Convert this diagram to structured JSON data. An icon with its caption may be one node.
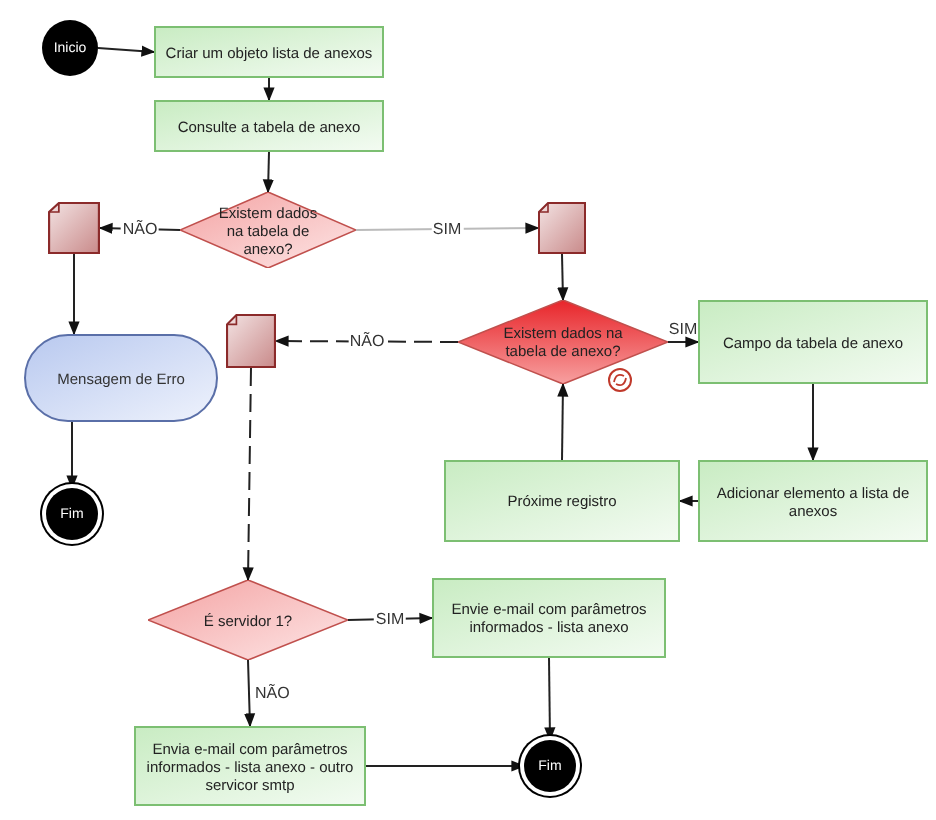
{
  "diagram": {
    "nodes": [
      {
        "text": [
          "Inicio"
        ]
      },
      {
        "text": [
          "Criar um objeto lista de anexos"
        ]
      },
      {
        "text": [
          "Consulte a tabela de anexo"
        ]
      },
      {
        "text": [
          "Existem dados na tabela de anexo?"
        ]
      },
      {
        "text": [],
        "shape": "box"
      },
      {
        "text": [],
        "shape": "box"
      },
      {
        "text": [
          "Mensagem de Erro"
        ]
      },
      {
        "text": [
          "Fim"
        ]
      },
      {
        "text": [],
        "shape": "box"
      },
      {
        "text": [
          "Existem dados na tabela de anexo?"
        ]
      },
      {
        "text": [
          "Campo da tabela de anexo"
        ]
      },
      {
        "text": [
          "Adicionar elemento a lista de anexos"
        ]
      },
      {
        "text": [
          "Próxime registro"
        ]
      },
      {
        "text": [
          "É servidor 1?"
        ]
      },
      {
        "text": [
          "Envie e-mail com parâmetros informados - lista anexo"
        ]
      },
      {
        "text": [
          "Envia e-mail com parâmetros informados - lista anexo - outro servicor smtp"
        ]
      },
      {
        "text": [
          "Fim"
        ]
      }
    ],
    "edges": [
      {
        "from": 0,
        "to": 1,
        "arrow": "to"
      },
      {
        "from": 1,
        "to": 2,
        "arrow": "to"
      },
      {
        "from": 2,
        "to": 3,
        "arrow": "to"
      },
      {
        "from": 3,
        "to": 4,
        "arrow": "to",
        "label": "NÃO"
      },
      {
        "from": 3,
        "to": 5,
        "arrow": "to",
        "label": "SIM",
        "color": "#bbbbbb"
      },
      {
        "from": 5,
        "to": 9,
        "arrow": "to"
      },
      {
        "from": 4,
        "to": 6,
        "arrow": "to"
      },
      {
        "from": 6,
        "to": 7,
        "arrow": "to"
      },
      {
        "from": 9,
        "to": 8,
        "arrow": "to",
        "label": "NÃO",
        "style": "dashed"
      },
      {
        "from": 9,
        "to": 10,
        "arrow": "to",
        "label": "SIM"
      },
      {
        "from": 10,
        "to": 11,
        "arrow": "to"
      },
      {
        "from": 11,
        "to": 12,
        "arrow": "to"
      },
      {
        "from": 12,
        "to": 9,
        "arrow": "to"
      },
      {
        "from": 8,
        "to": 13,
        "arrow": "to",
        "style": "dashed"
      },
      {
        "from": 13,
        "to": 14,
        "arrow": "to",
        "label": "SIM"
      },
      {
        "from": 13,
        "to": 15,
        "arrow": "to",
        "label": "NÃO"
      },
      {
        "from": 14,
        "to": 16,
        "arrow": "to"
      },
      {
        "from": 15,
        "to": 16,
        "arrow": "to"
      }
    ]
  }
}
